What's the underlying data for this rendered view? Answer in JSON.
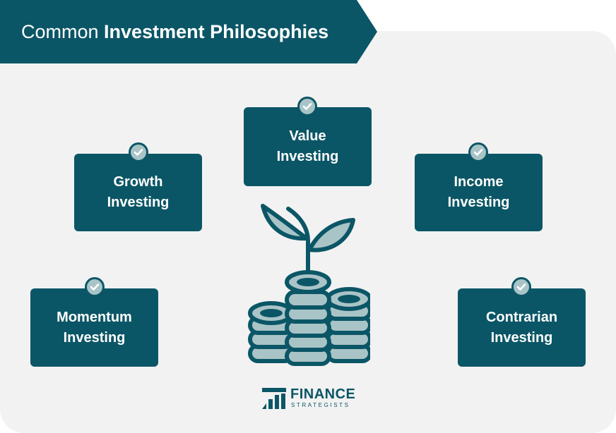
{
  "title": {
    "regular": "Common",
    "bold": "Investment Philosophies"
  },
  "cards": [
    {
      "id": "growth",
      "line1": "Growth",
      "line2": "Investing"
    },
    {
      "id": "value",
      "line1": "Value",
      "line2": "Investing"
    },
    {
      "id": "income",
      "line1": "Income",
      "line2": "Investing"
    },
    {
      "id": "momentum",
      "line1": "Momentum",
      "line2": "Investing"
    },
    {
      "id": "contrarian",
      "line1": "Contrarian",
      "line2": "Investing"
    }
  ],
  "logo": {
    "name": "FINANCE",
    "sub": "STRATEGISTS"
  },
  "colors": {
    "primary": "#0b5666",
    "light": "#a9c4c7",
    "panel": "#f2f2f2"
  },
  "icons": [
    "check-icon",
    "plant-sprout-icon",
    "coin-stack-icon",
    "finance-strategists-logo-icon"
  ]
}
